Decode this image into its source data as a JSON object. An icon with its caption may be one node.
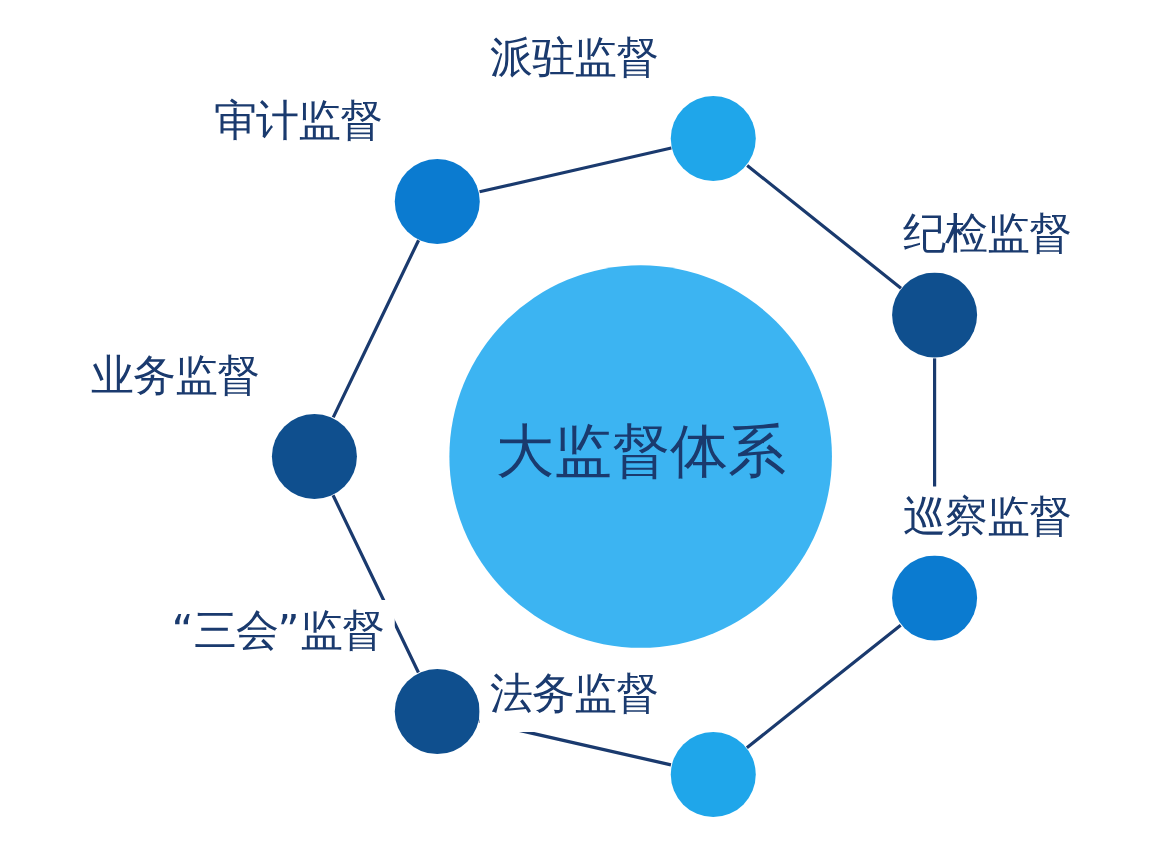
{
  "diagram": {
    "nodes": [
      {
        "text": [
          "大监督体系"
        ]
      },
      {
        "text": [
          "纪检监督"
        ]
      },
      {
        "text": [
          "派驻监督"
        ]
      },
      {
        "text": [
          "审计监督"
        ]
      },
      {
        "text": [
          "业务监督"
        ]
      },
      {
        "text": [
          "“三会”监督"
        ]
      },
      {
        "text": [
          "法务监督"
        ]
      },
      {
        "text": [
          "巡察监督"
        ]
      }
    ],
    "edges": [
      {
        "from": 1,
        "to": 2,
        "arrow": "none"
      },
      {
        "from": 2,
        "to": 3,
        "arrow": "none"
      },
      {
        "from": 3,
        "to": 4,
        "arrow": "none"
      },
      {
        "from": 4,
        "to": 5,
        "arrow": "none"
      },
      {
        "from": 5,
        "to": 6,
        "arrow": "none"
      },
      {
        "from": 6,
        "to": 7,
        "arrow": "none"
      },
      {
        "from": 7,
        "to": 1,
        "arrow": "none"
      }
    ]
  }
}
